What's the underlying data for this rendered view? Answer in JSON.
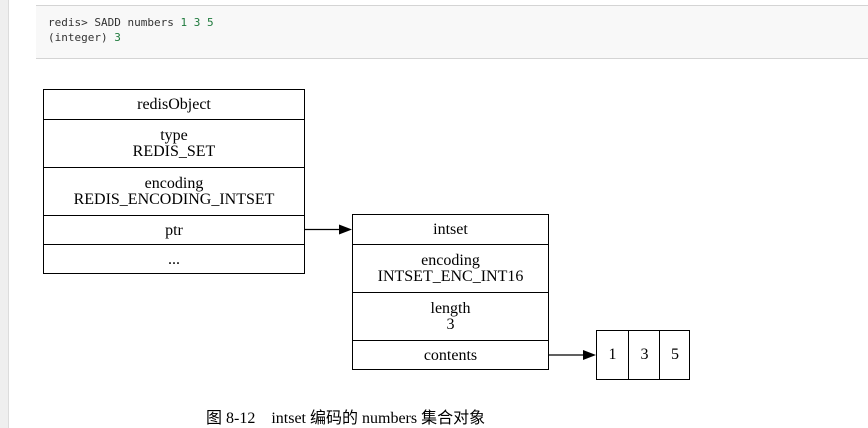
{
  "code": {
    "line1_prefix": "redis> SADD numbers ",
    "line1_args": "1 3 5",
    "line2_prefix": "(integer) ",
    "line2_value": "3"
  },
  "redis_object": {
    "title": "redisObject",
    "type_label": "type",
    "type_value": "REDIS_SET",
    "encoding_label": "encoding",
    "encoding_value": "REDIS_ENCODING_INTSET",
    "ptr_label": "ptr",
    "ellipsis": "..."
  },
  "intset": {
    "title": "intset",
    "encoding_label": "encoding",
    "encoding_value": "INTSET_ENC_INT16",
    "length_label": "length",
    "length_value": "3",
    "contents_label": "contents"
  },
  "contents": [
    "1",
    "3",
    "5"
  ],
  "caption": "图 8-12　intset 编码的 numbers 集合对象"
}
